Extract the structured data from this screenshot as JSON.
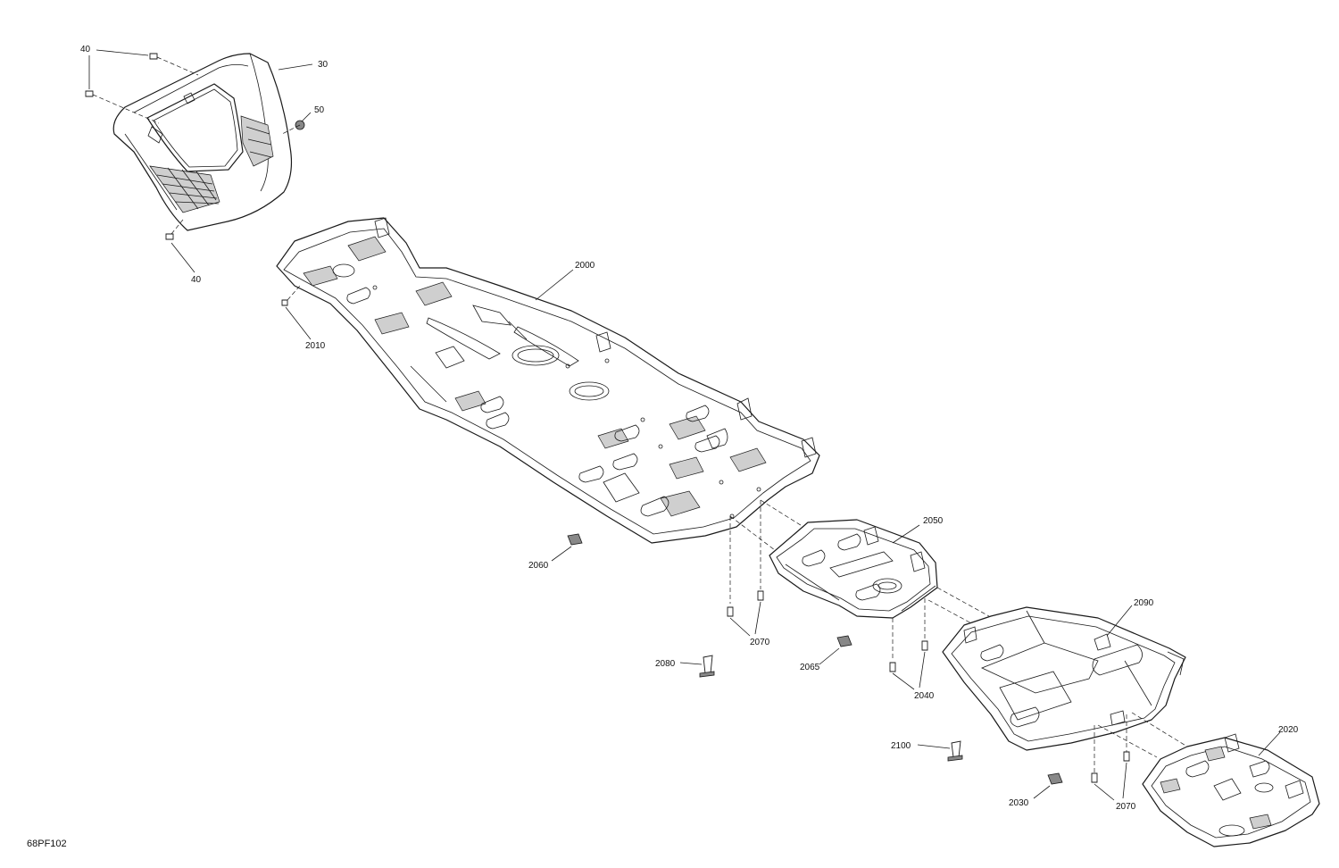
{
  "diagram": {
    "drawing_code": "68PF102",
    "callouts": {
      "c40a": "40",
      "c30": "30",
      "c50": "50",
      "c40b": "40",
      "c2000": "2000",
      "c2010": "2010",
      "c2050": "2050",
      "c2060": "2060",
      "c2070a": "2070",
      "c2080": "2080",
      "c2065": "2065",
      "c2040": "2040",
      "c2090": "2090",
      "c2100": "2100",
      "c2020": "2020",
      "c2030": "2030",
      "c2070b": "2070"
    },
    "parts": [
      {
        "number": "30",
        "icon": "front-bumper-guard-icon"
      },
      {
        "number": "2000",
        "icon": "main-skid-plate-icon"
      },
      {
        "number": "2050",
        "icon": "center-skid-plate-icon"
      },
      {
        "number": "2090",
        "icon": "rear-skid-plate-icon"
      },
      {
        "number": "2020",
        "icon": "rear-end-skid-plate-icon"
      }
    ]
  }
}
